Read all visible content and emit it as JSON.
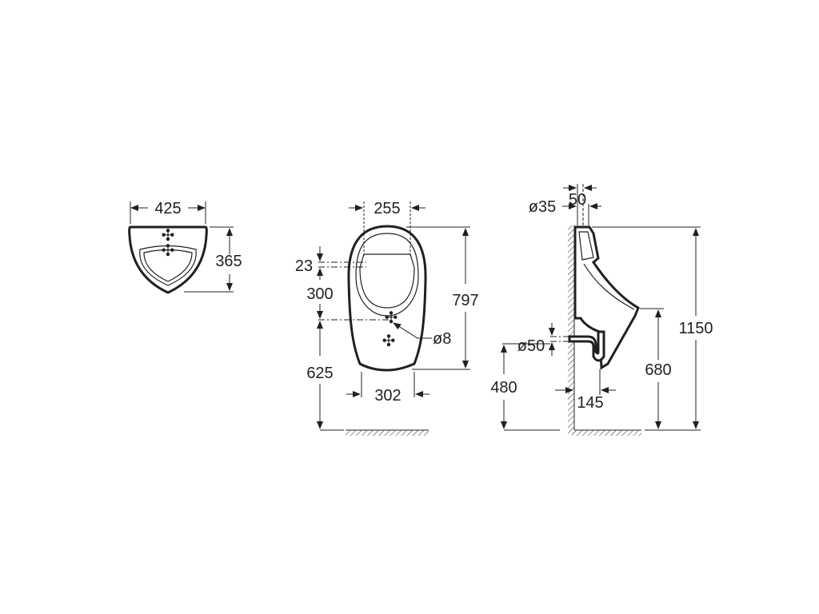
{
  "views": {
    "top": {
      "width": "425",
      "depth": "365"
    },
    "front": {
      "top_width": "255",
      "inlet_offset": "23",
      "inlet_to_fixing": "300",
      "fixing_height": "625",
      "bottom_width": "302",
      "fixing_hole": "ø8",
      "height": "797"
    },
    "side": {
      "inlet_offset": "50",
      "inlet_diameter": "ø35",
      "outlet_diameter": "ø50",
      "outlet_height": "480",
      "projection": "145",
      "rim_height": "680",
      "total_height": "1150"
    }
  }
}
